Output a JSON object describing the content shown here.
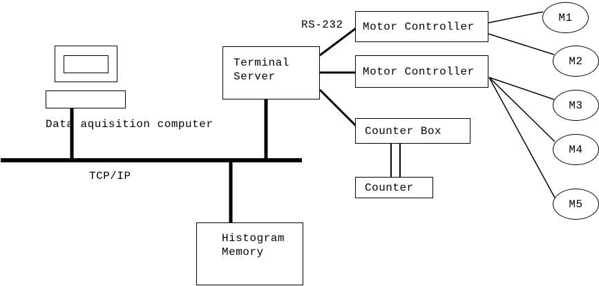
{
  "diagram": {
    "colors": {
      "line": "#000000",
      "background": "#ffffff"
    },
    "labels": {
      "computer": "Data aquisition computer",
      "bus": "TCP/IP",
      "serial_link": "RS-232"
    },
    "boxes": {
      "terminal_server": {
        "line1": "Terminal",
        "line2": "Server"
      },
      "motor_controller_1": {
        "label": "Motor Controller"
      },
      "motor_controller_2": {
        "label": "Motor Controller"
      },
      "counter_box": {
        "label": "Counter Box"
      },
      "counter": {
        "label": "Counter"
      },
      "histogram_memory": {
        "line1": "Histogram",
        "line2": "Memory"
      }
    },
    "motors": [
      {
        "label": "M1"
      },
      {
        "label": "M2"
      },
      {
        "label": "M3"
      },
      {
        "label": "M4"
      },
      {
        "label": "M5"
      }
    ]
  }
}
